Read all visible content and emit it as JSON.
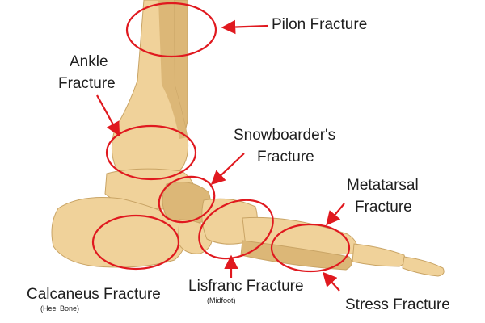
{
  "labels": {
    "pilon": "Pilon Fracture",
    "ankle_line1": "Ankle",
    "ankle_line2": "Fracture",
    "snowboarder_line1": "Snowboarder's",
    "snowboarder_line2": "Fracture",
    "metatarsal_line1": "Metatarsal",
    "metatarsal_line2": "Fracture",
    "calcaneus": "Calcaneus Fracture",
    "calcaneus_sub": "(Heel Bone)",
    "lisfranc": "Lisfranc Fracture",
    "lisfranc_sub": "(Midfoot)",
    "stress": "Stress Fracture"
  },
  "colors": {
    "bone": "#f0d29a",
    "bone_shade": "#dcb777",
    "bone_outline": "#c9a465",
    "marker": "#e0191f",
    "text": "#1f1f1f"
  }
}
